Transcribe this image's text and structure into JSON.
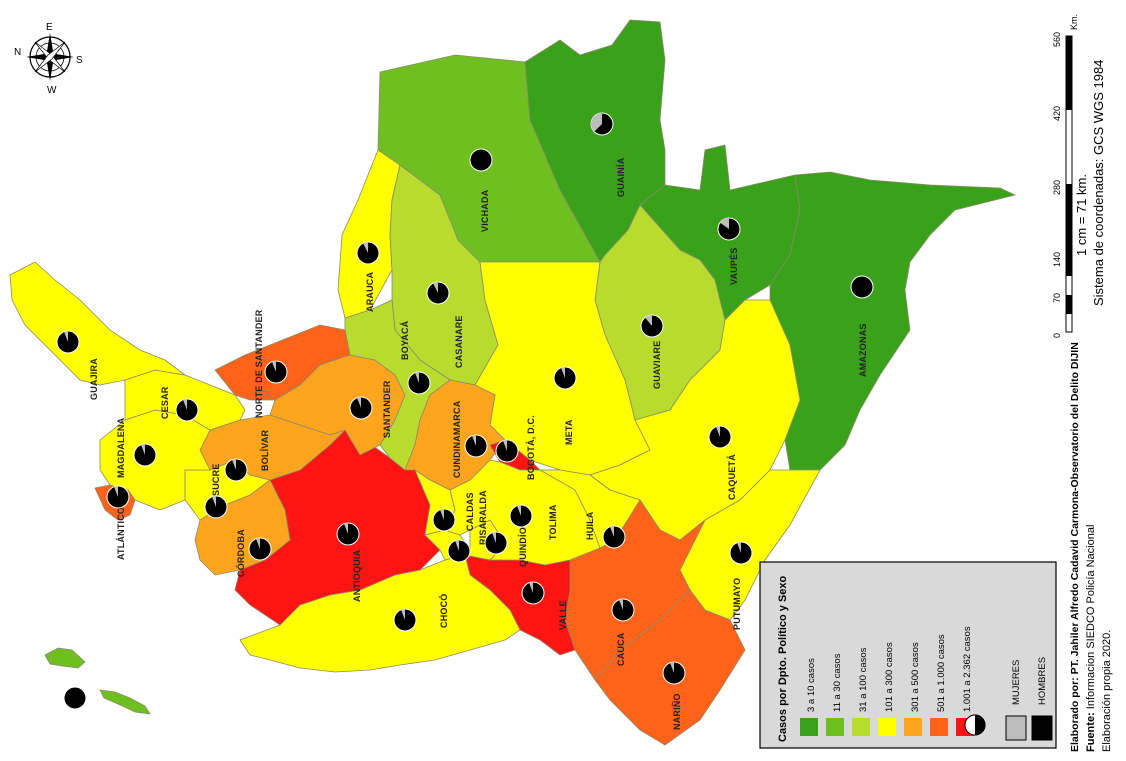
{
  "compass": {
    "n": "N",
    "e": "E",
    "s": "S",
    "w": "W"
  },
  "colors": {
    "c1": "#3aa21a",
    "c2": "#6fbf21",
    "c3": "#b7dc2e",
    "c4": "#ffff00",
    "c5": "#ffa41d",
    "c6": "#ff6219",
    "c7": "#ff1414",
    "women": "#bdbdbd",
    "men": "#000000"
  },
  "departments": [
    {
      "id": "vichada",
      "label": "VICHADA",
      "color": "#6fbf21"
    },
    {
      "id": "guainia",
      "label": "GUAINÍA",
      "color": "#3aa21a"
    },
    {
      "id": "vaupes",
      "label": "VAUPÉS",
      "color": "#3aa21a"
    },
    {
      "id": "amazonas",
      "label": "AMAZONAS",
      "color": "#3aa21a"
    },
    {
      "id": "guaviare",
      "label": "GUAVIARE",
      "color": "#b7dc2e"
    },
    {
      "id": "arauca",
      "label": "ARAUCA",
      "color": "#ffff00"
    },
    {
      "id": "casanare",
      "label": "CASANARE",
      "color": "#b7dc2e"
    },
    {
      "id": "meta",
      "label": "META",
      "color": "#ffff00"
    },
    {
      "id": "caqueta",
      "label": "CAQUETÁ",
      "color": "#ffff00"
    },
    {
      "id": "putumayo",
      "label": "PUTUMAYO",
      "color": "#ffff00"
    },
    {
      "id": "narino",
      "label": "NARIÑO",
      "color": "#ff6219"
    },
    {
      "id": "cauca",
      "label": "CAUCA",
      "color": "#ff6219"
    },
    {
      "id": "valle",
      "label": "VALLE",
      "color": "#ff1414"
    },
    {
      "id": "choco",
      "label": "CHOCÓ",
      "color": "#ffff00"
    },
    {
      "id": "antioquia",
      "label": "ANTIOQUIA",
      "color": "#ff1414"
    },
    {
      "id": "cordoba",
      "label": "CÓRDOBA",
      "color": "#ffa41d"
    },
    {
      "id": "sucre",
      "label": "SUCRE",
      "color": "#ffff00"
    },
    {
      "id": "bolivar",
      "label": "BOLÍVAR",
      "color": "#ffa41d"
    },
    {
      "id": "atlantico",
      "label": "ATLÁNTICO",
      "color": "#ff6219"
    },
    {
      "id": "magdalena",
      "label": "MAGDALENA",
      "color": "#ffff00"
    },
    {
      "id": "cesar",
      "label": "CESAR",
      "color": "#ffff00"
    },
    {
      "id": "guajira",
      "label": "GUAJIRA",
      "color": "#ffff00"
    },
    {
      "id": "norte_santander",
      "label": "NORTE DE SANTANDER",
      "color": "#ff6219"
    },
    {
      "id": "santander",
      "label": "SANTANDER",
      "color": "#ffa41d"
    },
    {
      "id": "boyaca",
      "label": "BOYACÁ",
      "color": "#b7dc2e"
    },
    {
      "id": "cundinamarca",
      "label": "CUNDINAMARCA",
      "color": "#ffa41d"
    },
    {
      "id": "bogota",
      "label": "BOGOTÁ, D.C.",
      "color": "#ff1414"
    },
    {
      "id": "caldas",
      "label": "CALDAS",
      "color": "#ffff00"
    },
    {
      "id": "risaralda",
      "label": "RISARALDA",
      "color": "#ffff00"
    },
    {
      "id": "quindio",
      "label": "QUINDÍO",
      "color": "#ffff00"
    },
    {
      "id": "tolima",
      "label": "TOLIMA",
      "color": "#ffff00"
    },
    {
      "id": "huila",
      "label": "HUILA",
      "color": "#ffff00"
    },
    {
      "id": "san_andres",
      "label": "",
      "color": "#6fbf21"
    }
  ],
  "legend": {
    "title": "Casos por Dpto. Político y Sexo",
    "classes": [
      {
        "label": "3 a 10 casos",
        "color": "#3aa21a"
      },
      {
        "label": "11 a 30 casos",
        "color": "#6fbf21"
      },
      {
        "label": "31 a 100 casos",
        "color": "#b7dc2e"
      },
      {
        "label": "101 a 300 casos",
        "color": "#ffff00"
      },
      {
        "label": "301 a 500 casos",
        "color": "#ffa41d"
      },
      {
        "label": "501 a 1.000 casos",
        "color": "#ff6219"
      },
      {
        "label": "1.001 a 2.362 casos",
        "color": "#ff1414"
      }
    ],
    "women_label": "MUJERES",
    "men_label": "HOMBRES"
  },
  "credits": {
    "line1": "Elaborado por: PT. Jahiler Alfredo Cadavid Carmona-Observatorio del Delito DIJIN",
    "line2_bold": "Fuente:",
    "line2_rest": " Informacion SIEDCO Policía Nacional",
    "line3": "Elaboración propia 2020."
  },
  "scale": {
    "ticks": [
      "0",
      "70",
      "140",
      "280",
      "420",
      "560"
    ],
    "unit": "Km.",
    "ratio": "1 cm = 71 km.",
    "crs": "Sistema de coordenadas: GCS WGS 1984"
  }
}
